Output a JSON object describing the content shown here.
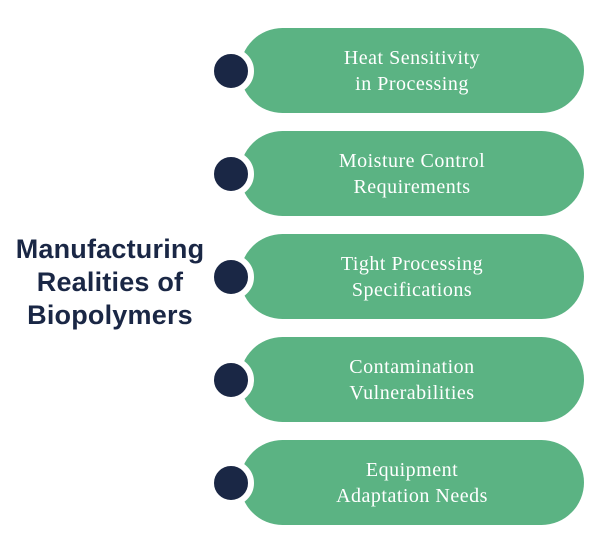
{
  "title": {
    "line1": "Manufacturing",
    "line2": "Realities of",
    "line3": "Biopolymers"
  },
  "items": [
    {
      "line1": "Heat Sensitivity",
      "line2": "in Processing"
    },
    {
      "line1": "Moisture Control",
      "line2": "Requirements"
    },
    {
      "line1": "Tight Processing",
      "line2": "Specifications"
    },
    {
      "line1": "Contamination",
      "line2": "Vulnerabilities"
    },
    {
      "line1": "Equipment",
      "line2": "Adaptation Needs"
    }
  ],
  "colors": {
    "pill_green": "#5bb383",
    "navy": "#1a2745",
    "pill_text": "#ffffff",
    "background": "#ffffff"
  }
}
